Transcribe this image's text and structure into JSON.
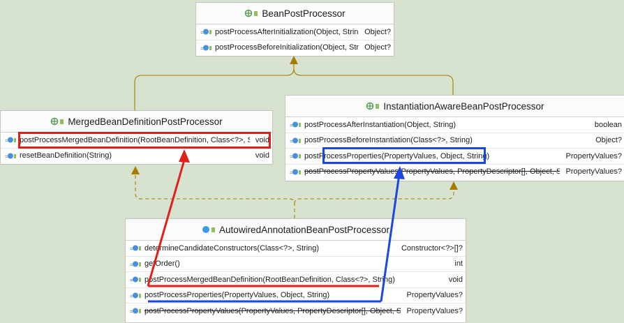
{
  "bpp": {
    "title": "BeanPostProcessor",
    "methods": [
      {
        "sig": "postProcessAfterInitialization(Object, String)",
        "ret": "Object?",
        "strike": false
      },
      {
        "sig": "postProcessBeforeInitialization(Object, String)",
        "ret": "Object?",
        "strike": false
      }
    ]
  },
  "mbd": {
    "title": "MergedBeanDefinitionPostProcessor",
    "methods": [
      {
        "sig": "postProcessMergedBeanDefinition(RootBeanDefinition, Class<?>, String)",
        "ret": "void",
        "strike": false
      },
      {
        "sig": "resetBeanDefinition(String)",
        "ret": "void",
        "strike": false
      }
    ]
  },
  "iabpp": {
    "title": "InstantiationAwareBeanPostProcessor",
    "methods": [
      {
        "sig": "postProcessAfterInstantiation(Object, String)",
        "ret": "boolean",
        "strike": false
      },
      {
        "sig": "postProcessBeforeInstantiation(Class<?>, String)",
        "ret": "Object?",
        "strike": false
      },
      {
        "sig": "postProcessProperties(PropertyValues, Object, String)",
        "ret": "PropertyValues?",
        "strike": false
      },
      {
        "sig": "postProcessPropertyValues(PropertyValues, PropertyDescriptor[], Object, String)",
        "ret": "PropertyValues?",
        "strike": true
      }
    ]
  },
  "aabpp": {
    "title": "AutowiredAnnotationBeanPostProcessor",
    "methods": [
      {
        "sig": "determineCandidateConstructors(Class<?>, String)",
        "ret": "Constructor<?>[]?",
        "strike": false
      },
      {
        "sig": "getOrder()",
        "ret": "int",
        "strike": false
      },
      {
        "sig": "postProcessMergedBeanDefinition(RootBeanDefinition, Class<?>, String)",
        "ret": "void",
        "strike": false
      },
      {
        "sig": "postProcessProperties(PropertyValues, Object, String)",
        "ret": "PropertyValues?",
        "strike": false
      },
      {
        "sig": "postProcessPropertyValues(PropertyValues, PropertyDescriptor[], Object, String)",
        "ret": "PropertyValues?",
        "strike": true
      }
    ]
  },
  "colors": {
    "arrow": "#a67c00",
    "highlight_red": "#e0211b",
    "highlight_blue": "#1c46e0",
    "interface_icon": "#5aa05a",
    "method_icon": "#4a90d9",
    "class_icon": "#3f9be0"
  }
}
